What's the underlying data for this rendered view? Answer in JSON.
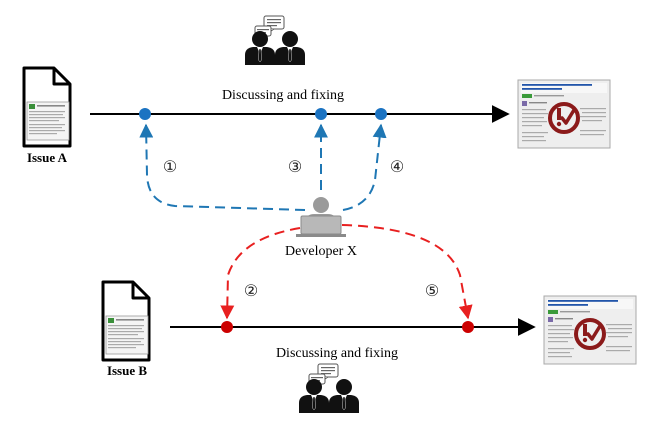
{
  "issue_a": {
    "label": "Issue A",
    "activity_label": "Discussing and fixing",
    "outcome_heading": "Inviting yourself to new team produces a weird notification"
  },
  "issue_b": {
    "label": "Issue B",
    "activity_label": "Discussing and fixing",
    "outcome_heading": "Inviting yourself to new team produces a weird notification"
  },
  "developer": {
    "label": "Developer X"
  },
  "step_markers": [
    "①",
    "②",
    "③",
    "④",
    "⑤"
  ],
  "colors": {
    "blue_flow": "#1f77b4",
    "red_flow": "#e82020",
    "blue_node": "#1b73c2",
    "red_node": "#cc0000",
    "fixed_badge": "#8b1a1a"
  },
  "icons": [
    "document-icon",
    "discussion-group-icon",
    "developer-laptop-icon",
    "fixed-issue-screenshot-icon"
  ]
}
